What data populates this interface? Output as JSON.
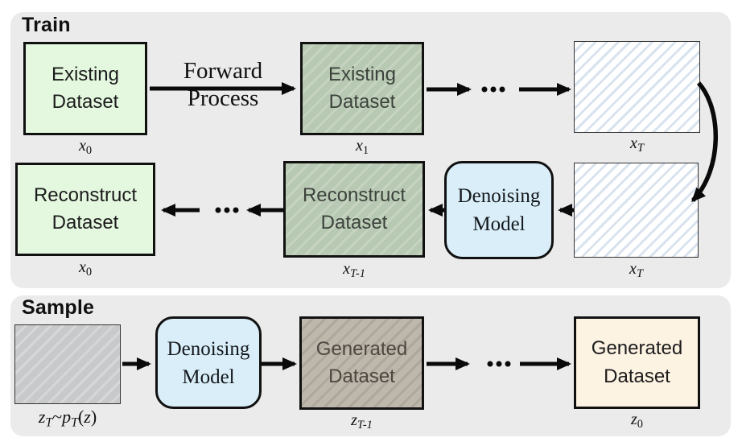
{
  "colors": {
    "panel_bg": "#ebebeb",
    "border": "#111111",
    "arrow": "#0a0a0a",
    "light_green": "#e4f8df",
    "green_hatch_base": "#b7c9b2",
    "green_hatch_stripe": "#c6d3c0",
    "noise_base": "#ffffff",
    "noise_stripe": "#d9e3ee",
    "light_blue": "#d9eef9",
    "gray_base": "#c8c9cb",
    "gray_stripe": "#d6d7d9",
    "taupe_base": "#bdb7ac",
    "taupe_stripe": "#aea79b",
    "cream": "#fdf3e3",
    "text_dark": "#1c1c1c",
    "text_muted_green": "#3c423c",
    "text_muted_taupe": "#4c473f"
  },
  "train": {
    "title": "Train",
    "forward_label": {
      "line1": "Forward",
      "line2": "Process"
    },
    "box_existing_0": {
      "line1": "Existing",
      "line2": "Dataset"
    },
    "box_existing_1": {
      "line1": "Existing",
      "line2": "Dataset"
    },
    "box_reconstruct_0": {
      "line1": "Reconstruct",
      "line2": "Dataset"
    },
    "box_reconstruct_t1": {
      "line1": "Reconstruct",
      "line2": "Dataset"
    },
    "box_denoising": {
      "line1": "Denoising",
      "line2": "Model"
    },
    "label_x0_top": [
      [
        "x",
        "i"
      ],
      [
        "0",
        "sub"
      ]
    ],
    "label_x1": [
      [
        "x",
        "i"
      ],
      [
        "1",
        "sub"
      ]
    ],
    "label_xT_top": [
      [
        "x",
        "i"
      ],
      [
        "T",
        "subi"
      ]
    ],
    "label_x0_bottom": [
      [
        "x",
        "i"
      ],
      [
        "0",
        "sub"
      ]
    ],
    "label_xT1": [
      [
        "x",
        "i"
      ],
      [
        "T-1",
        "subi"
      ]
    ],
    "label_xT_bottom": [
      [
        "x",
        "i"
      ],
      [
        "T",
        "subi"
      ]
    ]
  },
  "sample": {
    "title": "Sample",
    "box_denoising": {
      "line1": "Denoising",
      "line2": "Model"
    },
    "box_generated_t1": {
      "line1": "Generated",
      "line2": "Dataset"
    },
    "box_generated_0": {
      "line1": "Generated",
      "line2": "Dataset"
    },
    "label_zT": [
      [
        "z",
        "i"
      ],
      [
        "T",
        "subi"
      ],
      [
        "~",
        "n"
      ],
      [
        "p",
        "i"
      ],
      [
        "T",
        "subi"
      ],
      [
        "(",
        "n"
      ],
      [
        "z",
        "i"
      ],
      [
        ")",
        "n"
      ]
    ],
    "label_zT1": [
      [
        "z",
        "i"
      ],
      [
        "T-1",
        "subi"
      ]
    ],
    "label_z0": [
      [
        "z",
        "i"
      ],
      [
        "0",
        "sub"
      ]
    ]
  }
}
